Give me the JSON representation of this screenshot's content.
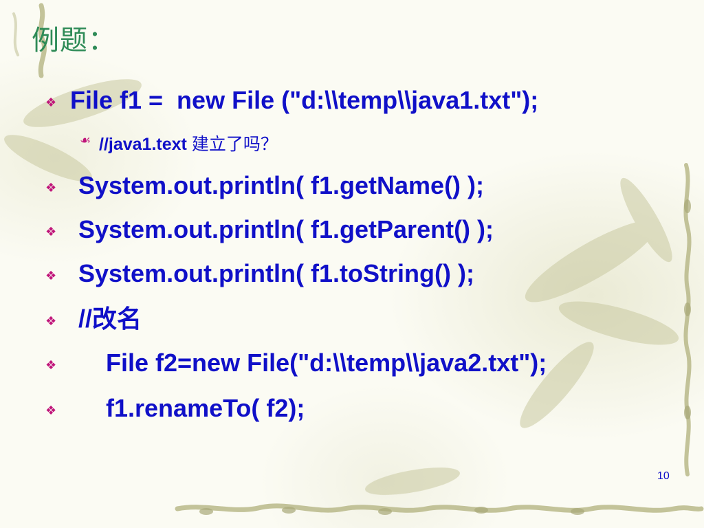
{
  "slide": {
    "title": "例题：",
    "items": [
      {
        "bullet": "❖",
        "text": "File f1 =  new File (\"d:\\\\temp\\\\java1.txt\");"
      },
      {
        "bullet": "❖",
        "text": "System.out.println( f1.getName() );"
      },
      {
        "bullet": "❖",
        "text": "System.out.println( f1.getParent() );"
      },
      {
        "bullet": "❖",
        "text": "System.out.println( f1.toString() );"
      },
      {
        "bullet": "❖",
        "text": "//改名"
      },
      {
        "bullet": "❖",
        "text": "    File f2=new File(\"d:\\\\temp\\\\java2.txt\");"
      },
      {
        "bullet": "❖",
        "text": "    f1.renameTo( f2);"
      }
    ],
    "sub_item": {
      "bullet": "☙",
      "text_code": "//java1.text ",
      "text_cjk": "建立了吗？"
    },
    "page_number": "10"
  },
  "colors": {
    "title": "#2e8b57",
    "text": "#1010c8",
    "bullet": "#c0157a",
    "background": "#fbfbf3",
    "vine": "#b9b98a"
  },
  "icons": {
    "bullet": "diamond-fleuron-icon",
    "sub_bullet": "floral-heart-icon",
    "decoration": "bamboo-vine-border"
  }
}
